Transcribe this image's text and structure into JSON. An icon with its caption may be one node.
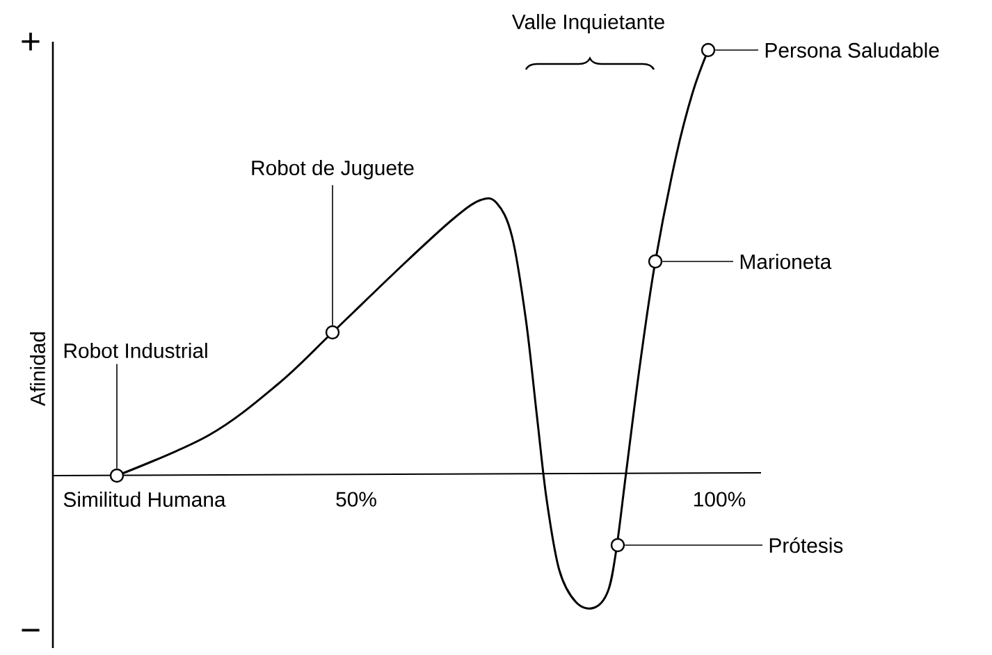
{
  "diagram": {
    "nodes": [
      {
        "text": [
          "Persona Saludable"
        ]
      },
      {
        "text": [
          "Robot de Juguete"
        ]
      },
      {
        "text": [
          "Marioneta"
        ]
      },
      {
        "text": [
          "Robot Industrial"
        ]
      },
      {
        "text": [
          "Prótesis"
        ]
      },
      {
        "text": [],
        "shape": "circle"
      },
      {
        "text": [],
        "shape": "circle"
      },
      {
        "text": [],
        "shape": "circle"
      },
      {
        "text": [],
        "shape": "circle"
      },
      {
        "text": [],
        "shape": "circle"
      }
    ],
    "edges": [
      {
        "from": 0,
        "to": 9,
        "arrow": "none"
      },
      {
        "from": 1,
        "to": 6,
        "arrow": "none"
      },
      {
        "from": 2,
        "to": 8,
        "arrow": "none"
      },
      {
        "from": 3,
        "to": 5,
        "arrow": "none"
      },
      {
        "from": 4,
        "to": 7,
        "arrow": "none"
      }
    ],
    "labels": [
      "Valle Inquietante",
      "+",
      "Afinidad",
      "Similitud Humana",
      "50%",
      "100%",
      "−"
    ]
  }
}
